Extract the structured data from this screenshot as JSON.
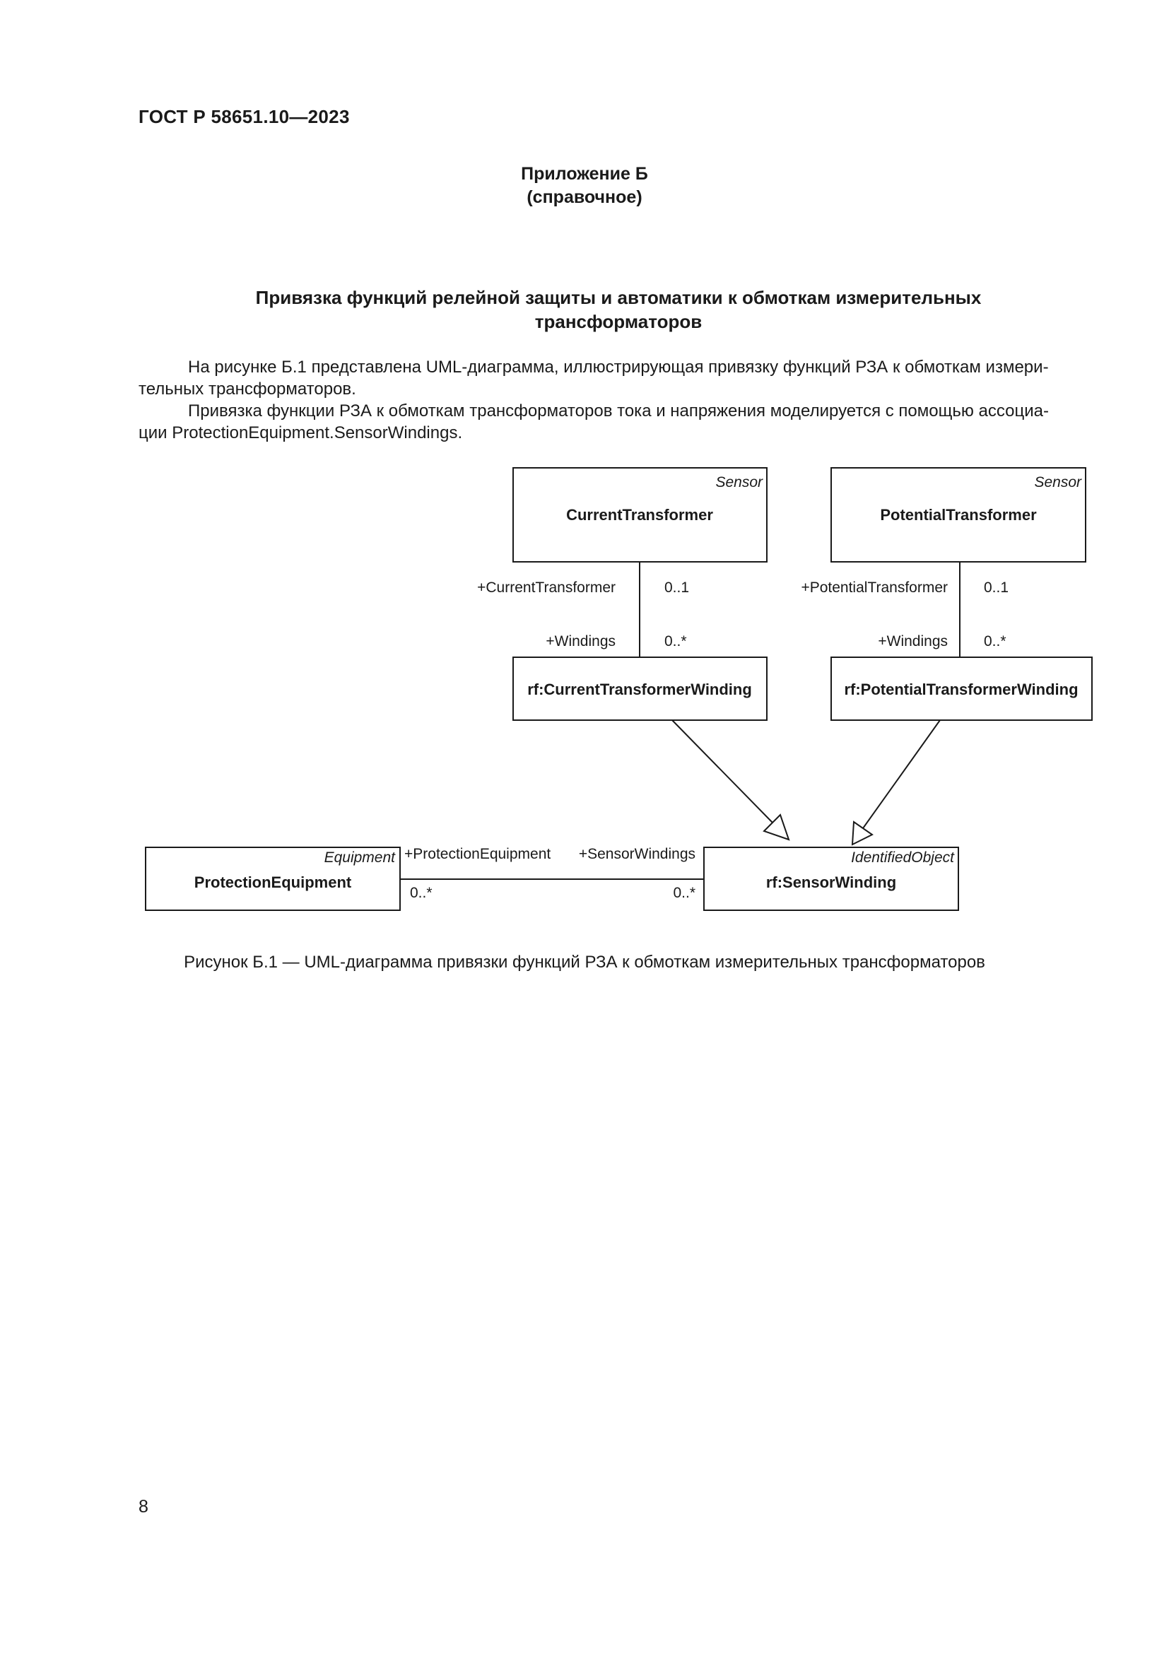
{
  "header": {
    "doc_code": "ГОСТ Р 58651.10—2023"
  },
  "appendix": {
    "title": "Приложение Б",
    "subtitle": "(справочное)"
  },
  "section": {
    "title_line1": "Привязка функций релейной защиты и автоматики к обмоткам измерительных",
    "title_line2": "трансформаторов"
  },
  "body": {
    "p1_line1": "На рисунке Б.1 представлена UML-диаграмма, иллюстрирующая привязку функций РЗА к обмоткам измери-",
    "p1_line2": "тельных трансформаторов.",
    "p2_line1": "Привязка функции РЗА к обмоткам трансформаторов тока и напряжения моделируется с помощью ассоциа-",
    "p2_line2": "ции ProtectionEquipment.SensorWindings."
  },
  "diagram": {
    "classes": {
      "current_transformer": {
        "name": "CurrentTransformer",
        "stereotype": "Sensor"
      },
      "potential_transformer": {
        "name": "PotentialTransformer",
        "stereotype": "Sensor"
      },
      "ct_winding": {
        "name": "rf:CurrentTransformerWinding"
      },
      "pt_winding": {
        "name": "rf:PotentialTransformerWinding"
      },
      "protection_equipment": {
        "name": "ProtectionEquipment",
        "stereotype": "Equipment"
      },
      "sensor_winding": {
        "name": "rf:SensorWinding",
        "stereotype": "IdentifiedObject"
      }
    },
    "associations": {
      "ct_role_top": "+CurrentTransformer",
      "ct_mult_top": "0..1",
      "ct_role_bottom": "+Windings",
      "ct_mult_bottom": "0..*",
      "pt_role_top": "+PotentialTransformer",
      "pt_mult_top": "0..1",
      "pt_role_bottom": "+Windings",
      "pt_mult_bottom": "0..*",
      "pe_role": "+ProtectionEquipment",
      "pe_mult": "0..*",
      "sw_role": "+SensorWindings",
      "sw_mult": "0..*"
    }
  },
  "caption": "Рисунок Б.1 — UML-диаграмма привязки функций РЗА к обмоткам измерительных трансформаторов",
  "page_number": "8"
}
